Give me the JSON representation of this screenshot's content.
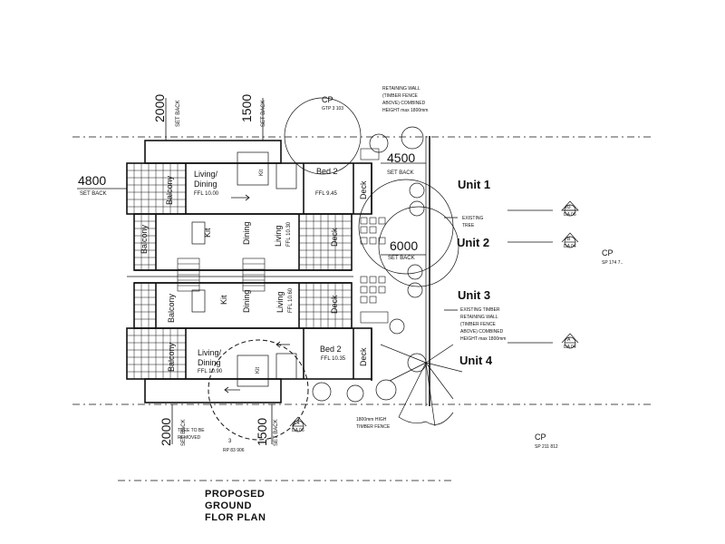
{
  "setbacks": {
    "top_left": "2000",
    "top_mid": "1500",
    "set_back": "SET BACK",
    "left": "4800",
    "left_sub": "SET BACK",
    "unit1": "4500",
    "unit2": "6000",
    "bottom_left": "2000",
    "bottom_mid": "1500"
  },
  "rooms": {
    "living_dining_top": "Living/\nDining",
    "ffl_top": "FFL 10.00",
    "kit": "Kit",
    "bed2": "Bed 2",
    "ffl_bed_top": "FFL 9.45",
    "deck": "Deck",
    "balcony": "Balcony",
    "dining": "Dining",
    "living": "Living",
    "ffl_u2": "FFL 10.30",
    "ffl_u3": "FFL 10.60",
    "living_dining_bot": "Living/\nDining",
    "ffl_bot": "FFL 10.90",
    "ffl_bed_bot": "FFL 10.35"
  },
  "units": [
    "Unit 1",
    "Unit 2",
    "Unit 3",
    "Unit 4"
  ],
  "notes": {
    "cp_top": "CP",
    "gtp": "GTP 3 103",
    "retaining_top": [
      "RETAINING WALL",
      "(TIMBER FENCE",
      "ABOVE) COMBINED",
      "HEIGHT max 1800mm"
    ],
    "existing_tree": [
      "EXISTING",
      "TREE"
    ],
    "existing_timber": [
      "EXISTING TIMBER",
      "RETAINING WALL",
      "(TIMBER FENCE",
      "ABOVE) COMBINED",
      "HEIGHT max 1800mm"
    ],
    "cp_right": "CP",
    "sp_right": "SP 174 7..",
    "cp_bottom": "CP",
    "sp_bottom": "SP 211 812",
    "tree_removed": [
      "TREE TO BE",
      "REMOVED"
    ],
    "lot_num": "3",
    "rp": "RP 83 906",
    "fence": [
      "1800mm HIGH",
      "TIMBER FENCE"
    ]
  },
  "markers": {
    "m1_top": "03",
    "m1_bot": "DA 06",
    "m2_top": "B",
    "m2_bot": "DA 04",
    "m3_top": "A",
    "m3_bot": "DA 04",
    "m4_top": "04",
    "m4_bot": "DA 06"
  },
  "plan_title": [
    "PROPOSED",
    "GROUND",
    "FLOR PLAN"
  ]
}
